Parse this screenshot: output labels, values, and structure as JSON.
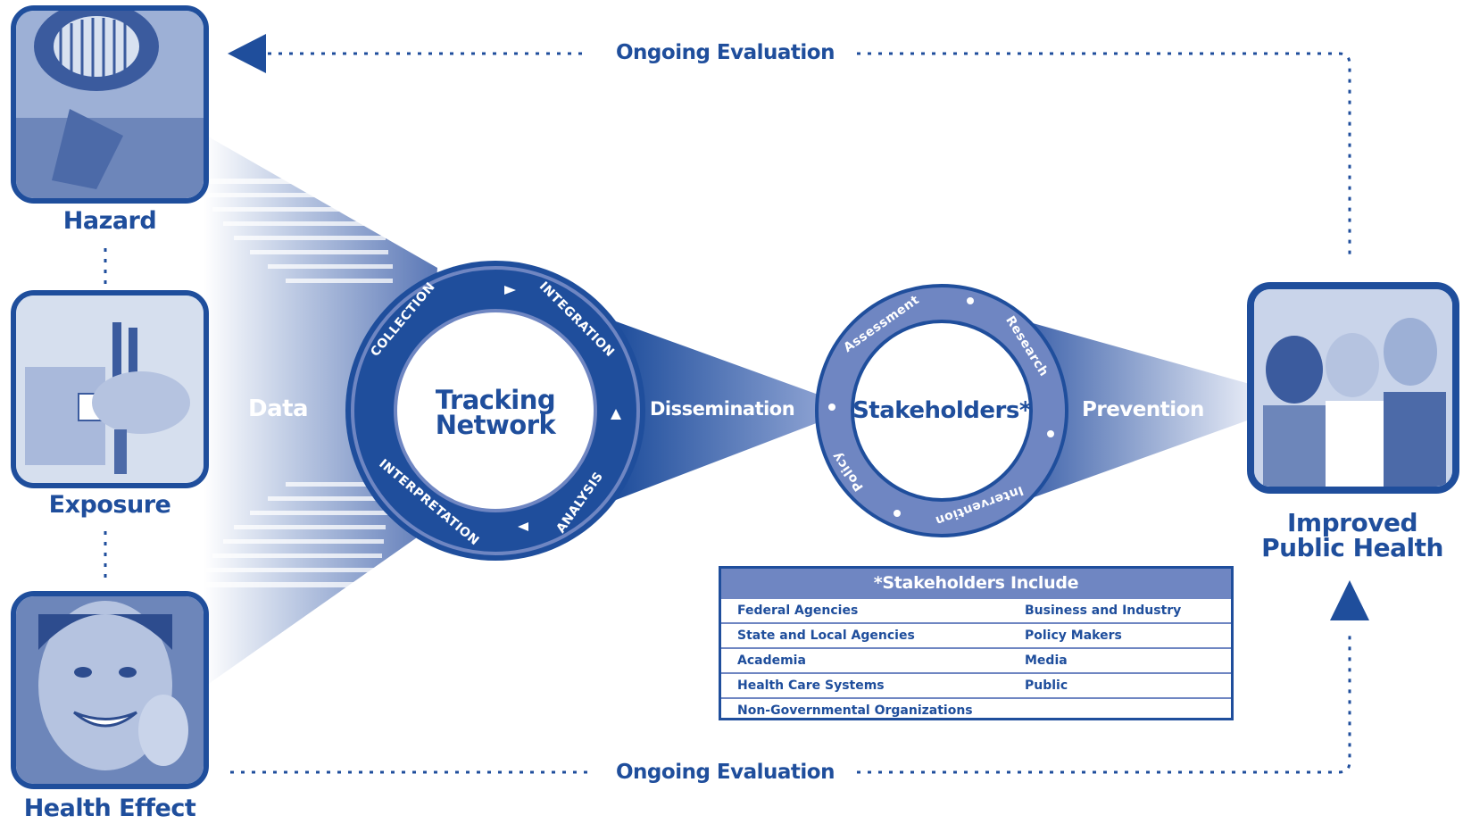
{
  "photos": {
    "hazard_label": "Hazard",
    "exposure_label": "Exposure",
    "health_effect_label": "Health Effect",
    "improved_label_line1": "Improved",
    "improved_label_line2": "Public Health"
  },
  "evaluation": {
    "top_label": "Ongoing Evaluation",
    "bottom_label": "Ongoing Evaluation"
  },
  "flow": {
    "data_label": "Data",
    "dissemination_label": "Dissemination",
    "prevention_label": "Prevention"
  },
  "tracking_ring": {
    "center_line1": "Tracking",
    "center_line2": "Network",
    "collection": "COLLECTION",
    "integration": "INTEGRATION",
    "analysis": "ANALYSIS",
    "interpretation": "INTERPRETATION"
  },
  "stakeholder_ring": {
    "center": "Stakeholders*",
    "assessment": "Assessment",
    "research": "Research",
    "intervention": "Intervention",
    "policy": "Policy"
  },
  "stakeholders_table": {
    "title": "*Stakeholders Include",
    "rows": [
      {
        "left": "Federal Agencies",
        "right": "Business and Industry"
      },
      {
        "left": "State and Local Agencies",
        "right": "Policy Makers"
      },
      {
        "left": "Academia",
        "right": "Media"
      },
      {
        "left": "Health Care Systems",
        "right": "Public"
      },
      {
        "left": "Non-Governmental Organizations",
        "right": ""
      }
    ]
  },
  "colors": {
    "primary": "#1f4e9c",
    "light_blue": "#6f86c2",
    "pale_blue": "#c9d4ea"
  }
}
